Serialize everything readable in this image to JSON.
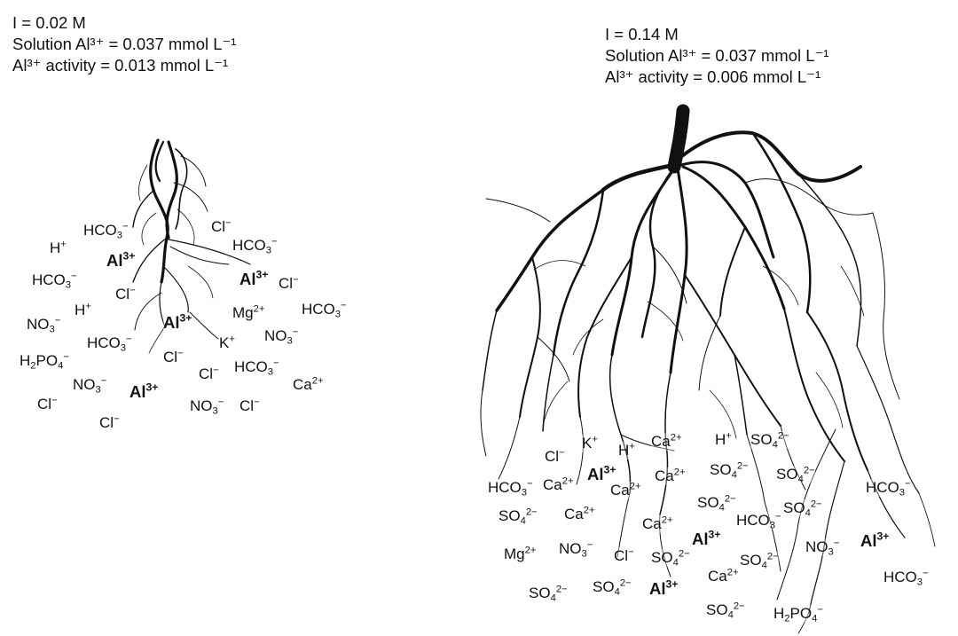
{
  "left_panel": {
    "header": {
      "ionic_strength": "I = 0.02 M",
      "solution_al": "Solution Al³⁺ = 0.037 mmol L⁻¹",
      "al_activity": "Al³⁺ activity = 0.013 mmol L⁻¹"
    },
    "ions": [
      {
        "base": "HCO",
        "sub": "3",
        "sup": "−",
        "bold": false
      },
      {
        "base": "Cl",
        "sub": "",
        "sup": "−",
        "bold": false
      },
      {
        "base": "H",
        "sub": "",
        "sup": "+",
        "bold": false
      },
      {
        "base": "Al",
        "sub": "",
        "sup": "3+",
        "bold": true
      },
      {
        "base": "HCO",
        "sub": "3",
        "sup": "−",
        "bold": false
      },
      {
        "base": "HCO",
        "sub": "3",
        "sup": "−",
        "bold": false
      },
      {
        "base": "Cl",
        "sub": "",
        "sup": "−",
        "bold": false
      },
      {
        "base": "Al",
        "sub": "",
        "sup": "3+",
        "bold": true
      },
      {
        "base": "Cl",
        "sub": "",
        "sup": "−",
        "bold": false
      },
      {
        "base": "H",
        "sub": "",
        "sup": "+",
        "bold": false
      },
      {
        "base": "Mg",
        "sub": "",
        "sup": "2+",
        "bold": false
      },
      {
        "base": "HCO",
        "sub": "3",
        "sup": "−",
        "bold": false
      },
      {
        "base": "NO",
        "sub": "3",
        "sup": "−",
        "bold": false
      },
      {
        "base": "Al",
        "sub": "",
        "sup": "3+",
        "bold": true
      },
      {
        "base": "NO",
        "sub": "3",
        "sup": "−",
        "bold": false
      },
      {
        "base": "HCO",
        "sub": "3",
        "sup": "−",
        "bold": false
      },
      {
        "base": "K",
        "sub": "",
        "sup": "+",
        "bold": false
      },
      {
        "base": "H",
        "sub": "2",
        "sup": "",
        "bold": false,
        "tail": "PO",
        "tail_sub": "4",
        "tail_sup": "−"
      },
      {
        "base": "Cl",
        "sub": "",
        "sup": "−",
        "bold": false
      },
      {
        "base": "HCO",
        "sub": "3",
        "sup": "−",
        "bold": false
      },
      {
        "base": "Cl",
        "sub": "",
        "sup": "−",
        "bold": false
      },
      {
        "base": "NO",
        "sub": "3",
        "sup": "−",
        "bold": false
      },
      {
        "base": "Al",
        "sub": "",
        "sup": "3+",
        "bold": true
      },
      {
        "base": "Ca",
        "sub": "",
        "sup": "2+",
        "bold": false
      },
      {
        "base": "Cl",
        "sub": "",
        "sup": "−",
        "bold": false
      },
      {
        "base": "NO",
        "sub": "3",
        "sup": "−",
        "bold": false
      },
      {
        "base": "Cl",
        "sub": "",
        "sup": "−",
        "bold": false
      },
      {
        "base": "Cl",
        "sub": "",
        "sup": "−",
        "bold": false
      }
    ]
  },
  "right_panel": {
    "header": {
      "ionic_strength": "I = 0.14 M",
      "solution_al": "Solution Al³⁺ = 0.037 mmol L⁻¹",
      "al_activity": "Al³⁺ activity = 0.006 mmol L⁻¹"
    },
    "ions": [
      {
        "base": "K",
        "sub": "",
        "sup": "+",
        "bold": false
      },
      {
        "base": "Ca",
        "sub": "",
        "sup": "2+",
        "bold": false
      },
      {
        "base": "H",
        "sub": "",
        "sup": "+",
        "bold": false
      },
      {
        "base": "SO",
        "sub": "4",
        "sup": "2−",
        "bold": false
      },
      {
        "base": "Cl",
        "sub": "",
        "sup": "−",
        "bold": false
      },
      {
        "base": "H",
        "sub": "",
        "sup": "+",
        "bold": false
      },
      {
        "base": "Al",
        "sub": "",
        "sup": "3+",
        "bold": true
      },
      {
        "base": "Ca",
        "sub": "",
        "sup": "2+",
        "bold": false
      },
      {
        "base": "SO",
        "sub": "4",
        "sup": "2−",
        "bold": false
      },
      {
        "base": "SO",
        "sub": "4",
        "sup": "2−",
        "bold": false
      },
      {
        "base": "HCO",
        "sub": "3",
        "sup": "−",
        "bold": false
      },
      {
        "base": "Ca",
        "sub": "",
        "sup": "2+",
        "bold": false
      },
      {
        "base": "Ca",
        "sub": "",
        "sup": "2+",
        "bold": false
      },
      {
        "base": "HCO",
        "sub": "3",
        "sup": "−",
        "bold": false
      },
      {
        "base": "SO",
        "sub": "4",
        "sup": "2−",
        "bold": false
      },
      {
        "base": "SO",
        "sub": "4",
        "sup": "2−",
        "bold": false
      },
      {
        "base": "SO",
        "sub": "4",
        "sup": "2−",
        "bold": false
      },
      {
        "base": "Ca",
        "sub": "",
        "sup": "2+",
        "bold": false
      },
      {
        "base": "HCO",
        "sub": "3",
        "sup": "−",
        "bold": false
      },
      {
        "base": "Ca",
        "sub": "",
        "sup": "2+",
        "bold": false
      },
      {
        "base": "Al",
        "sub": "",
        "sup": "3+",
        "bold": true
      },
      {
        "base": "Mg",
        "sub": "",
        "sup": "2+",
        "bold": false
      },
      {
        "base": "NO",
        "sub": "3",
        "sup": "−",
        "bold": false
      },
      {
        "base": "Cl",
        "sub": "",
        "sup": "−",
        "bold": false
      },
      {
        "base": "SO",
        "sub": "4",
        "sup": "2−",
        "bold": false
      },
      {
        "base": "SO",
        "sub": "4",
        "sup": "2−",
        "bold": false
      },
      {
        "base": "NO",
        "sub": "3",
        "sup": "−",
        "bold": false
      },
      {
        "base": "Al",
        "sub": "",
        "sup": "3+",
        "bold": true
      },
      {
        "base": "Ca",
        "sub": "",
        "sup": "2+",
        "bold": false
      },
      {
        "base": "HCO",
        "sub": "3",
        "sup": "−",
        "bold": false
      },
      {
        "base": "SO",
        "sub": "4",
        "sup": "2−",
        "bold": false
      },
      {
        "base": "SO",
        "sub": "4",
        "sup": "2−",
        "bold": false
      },
      {
        "base": "Al",
        "sub": "",
        "sup": "3+",
        "bold": true
      },
      {
        "base": "SO",
        "sub": "4",
        "sup": "2−",
        "bold": false
      },
      {
        "base": "H",
        "sub": "2",
        "sup": "",
        "bold": false,
        "tail": "PO",
        "tail_sub": "4",
        "tail_sup": "−"
      }
    ]
  }
}
